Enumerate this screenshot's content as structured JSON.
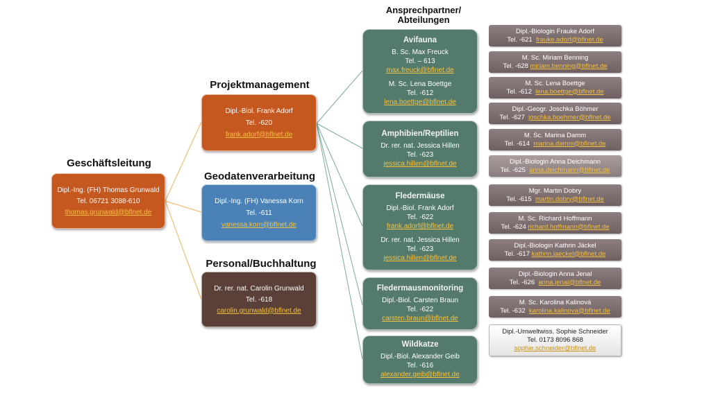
{
  "header": {
    "line1": "Ansprechpartner/",
    "line2": "Abteilungen"
  },
  "management": {
    "heading": "Geschäftsleitung",
    "name": "Dipl.-Ing. (FH)  Thomas Grunwald",
    "phone": "Tel. 06721 3088-610",
    "email": "thomas.grunwald@bflnet.de"
  },
  "departments": [
    {
      "heading": "Projektmanagement",
      "name": "Dipl.-Biol. Frank Adorf",
      "phone": "Tel. -620",
      "email": "frank.adorf@bflnet.de"
    },
    {
      "heading": "Geodatenverarbeitung",
      "name": "Dipl.-Ing. (FH) Vanessa Korn",
      "phone": "Tel. -611",
      "email": "vanessa.korn@bflnet.de"
    },
    {
      "heading": "Personal/Buchhaltung",
      "name": "Dr. rer. nat. Carolin Grunwald",
      "phone": "Tel. -618",
      "email": "carolin.grunwald@bflnet.de"
    }
  ],
  "groups": [
    {
      "title": "Avifauna",
      "contacts": [
        {
          "name": "B. Sc. Max Freuck",
          "phone": "Tel. – 613",
          "email": "max.freuck@bflnet.de"
        },
        {
          "name": "M. Sc. Lena Boettge",
          "phone": "Tel. -612",
          "email": "lena.boettge@bflnet.de"
        }
      ]
    },
    {
      "title": "Amphibien/Reptilien",
      "contacts": [
        {
          "name": "Dr. rer. nat. Jessica Hillen",
          "phone": "Tel. -623",
          "email": "jessica.hillen@bflnet.de"
        }
      ]
    },
    {
      "title": "Fledermäuse",
      "contacts": [
        {
          "name": "Dipl.-Biol. Frank Adorf",
          "phone": "Tel. -622",
          "email": "frank.adorf@bflnet.de"
        },
        {
          "name": "Dr. rer. nat. Jessica Hillen",
          "phone": "Tel. -623",
          "email": "jessica.hillen@bflnet.de"
        }
      ]
    },
    {
      "title": "Fledermausmonitoring",
      "contacts": [
        {
          "name": "Dipl.-Biol. Carsten Braun",
          "phone": "Tel. -622",
          "email": "carsten.braun@bflnet.de"
        }
      ]
    },
    {
      "title": "Wildkatze",
      "contacts": [
        {
          "name": "Dipl.-Biol. Alexander Geib",
          "phone": "Tel. -616",
          "email": "alexander.geib@bflnet.de"
        }
      ]
    }
  ],
  "staff": [
    {
      "name": "Dipl.-Biologin Frauke Adorf",
      "phone": "Tel. -621",
      "email": "frauke.adorf@bflnet.de"
    },
    {
      "name": "M. Sc. Miriam Benning",
      "phone": "Tel. -628",
      "email": "miriam.benning@bflnet.de"
    },
    {
      "name": "M. Sc. Lena Boettge",
      "phone": "Tel. -612",
      "email": "lena.boettge@bflnet.de"
    },
    {
      "name": "Dipl.-Geogr. Joschka Böhmer",
      "phone": "Tel. -627",
      "email": "joschka.boehmer@bflnet.de"
    },
    {
      "name": "M. Sc.  Marina Damm",
      "phone": "Tel. -614",
      "email": "marina.damm@bflnet.de"
    },
    {
      "name": "Dipl.-Biologin Anna Deichmann",
      "phone": "Tel. -625",
      "email": "anna.deichmann@bflnet.de"
    },
    {
      "name": "Mgr. Martin Dobry",
      "phone": "Tel. -615",
      "email": "martin.dobry@bflnet.de"
    },
    {
      "name": "M. Sc. Richard Hoffmann",
      "phone": "Tel. -624",
      "email": "richard.hoffmann@bflnet.de"
    },
    {
      "name": "Dipl.-Biologin Kathrin Jäckel",
      "phone": "Tel. -617",
      "email": "kathrin.jaeckel@bflnet.de"
    },
    {
      "name": "Dipl.-Biologin Anna Jenal",
      "phone": "Tel. -626",
      "email": "anna.jenal@bflnet.de"
    },
    {
      "name": "M. Sc. Karolina Kalinová",
      "phone": "Tel. -632",
      "email": "karolina.kalinova@bflnet.de"
    },
    {
      "name": "Dipl.-Umweltwiss. Sophie Schneider",
      "phone": "Tel. 0173 8096 868",
      "email": "sophie.schneider@bflnet.de"
    }
  ],
  "colors": {
    "management": "#c5581f",
    "projektmanagement": "#c5581f",
    "geodaten": "#4a82b8",
    "personal": "#5a4036",
    "groups": "#547a6c",
    "staff": "#7f7071",
    "email": "#f5c242",
    "connector_orange": "#f0bf72",
    "connector_green": "#7aa89a"
  }
}
